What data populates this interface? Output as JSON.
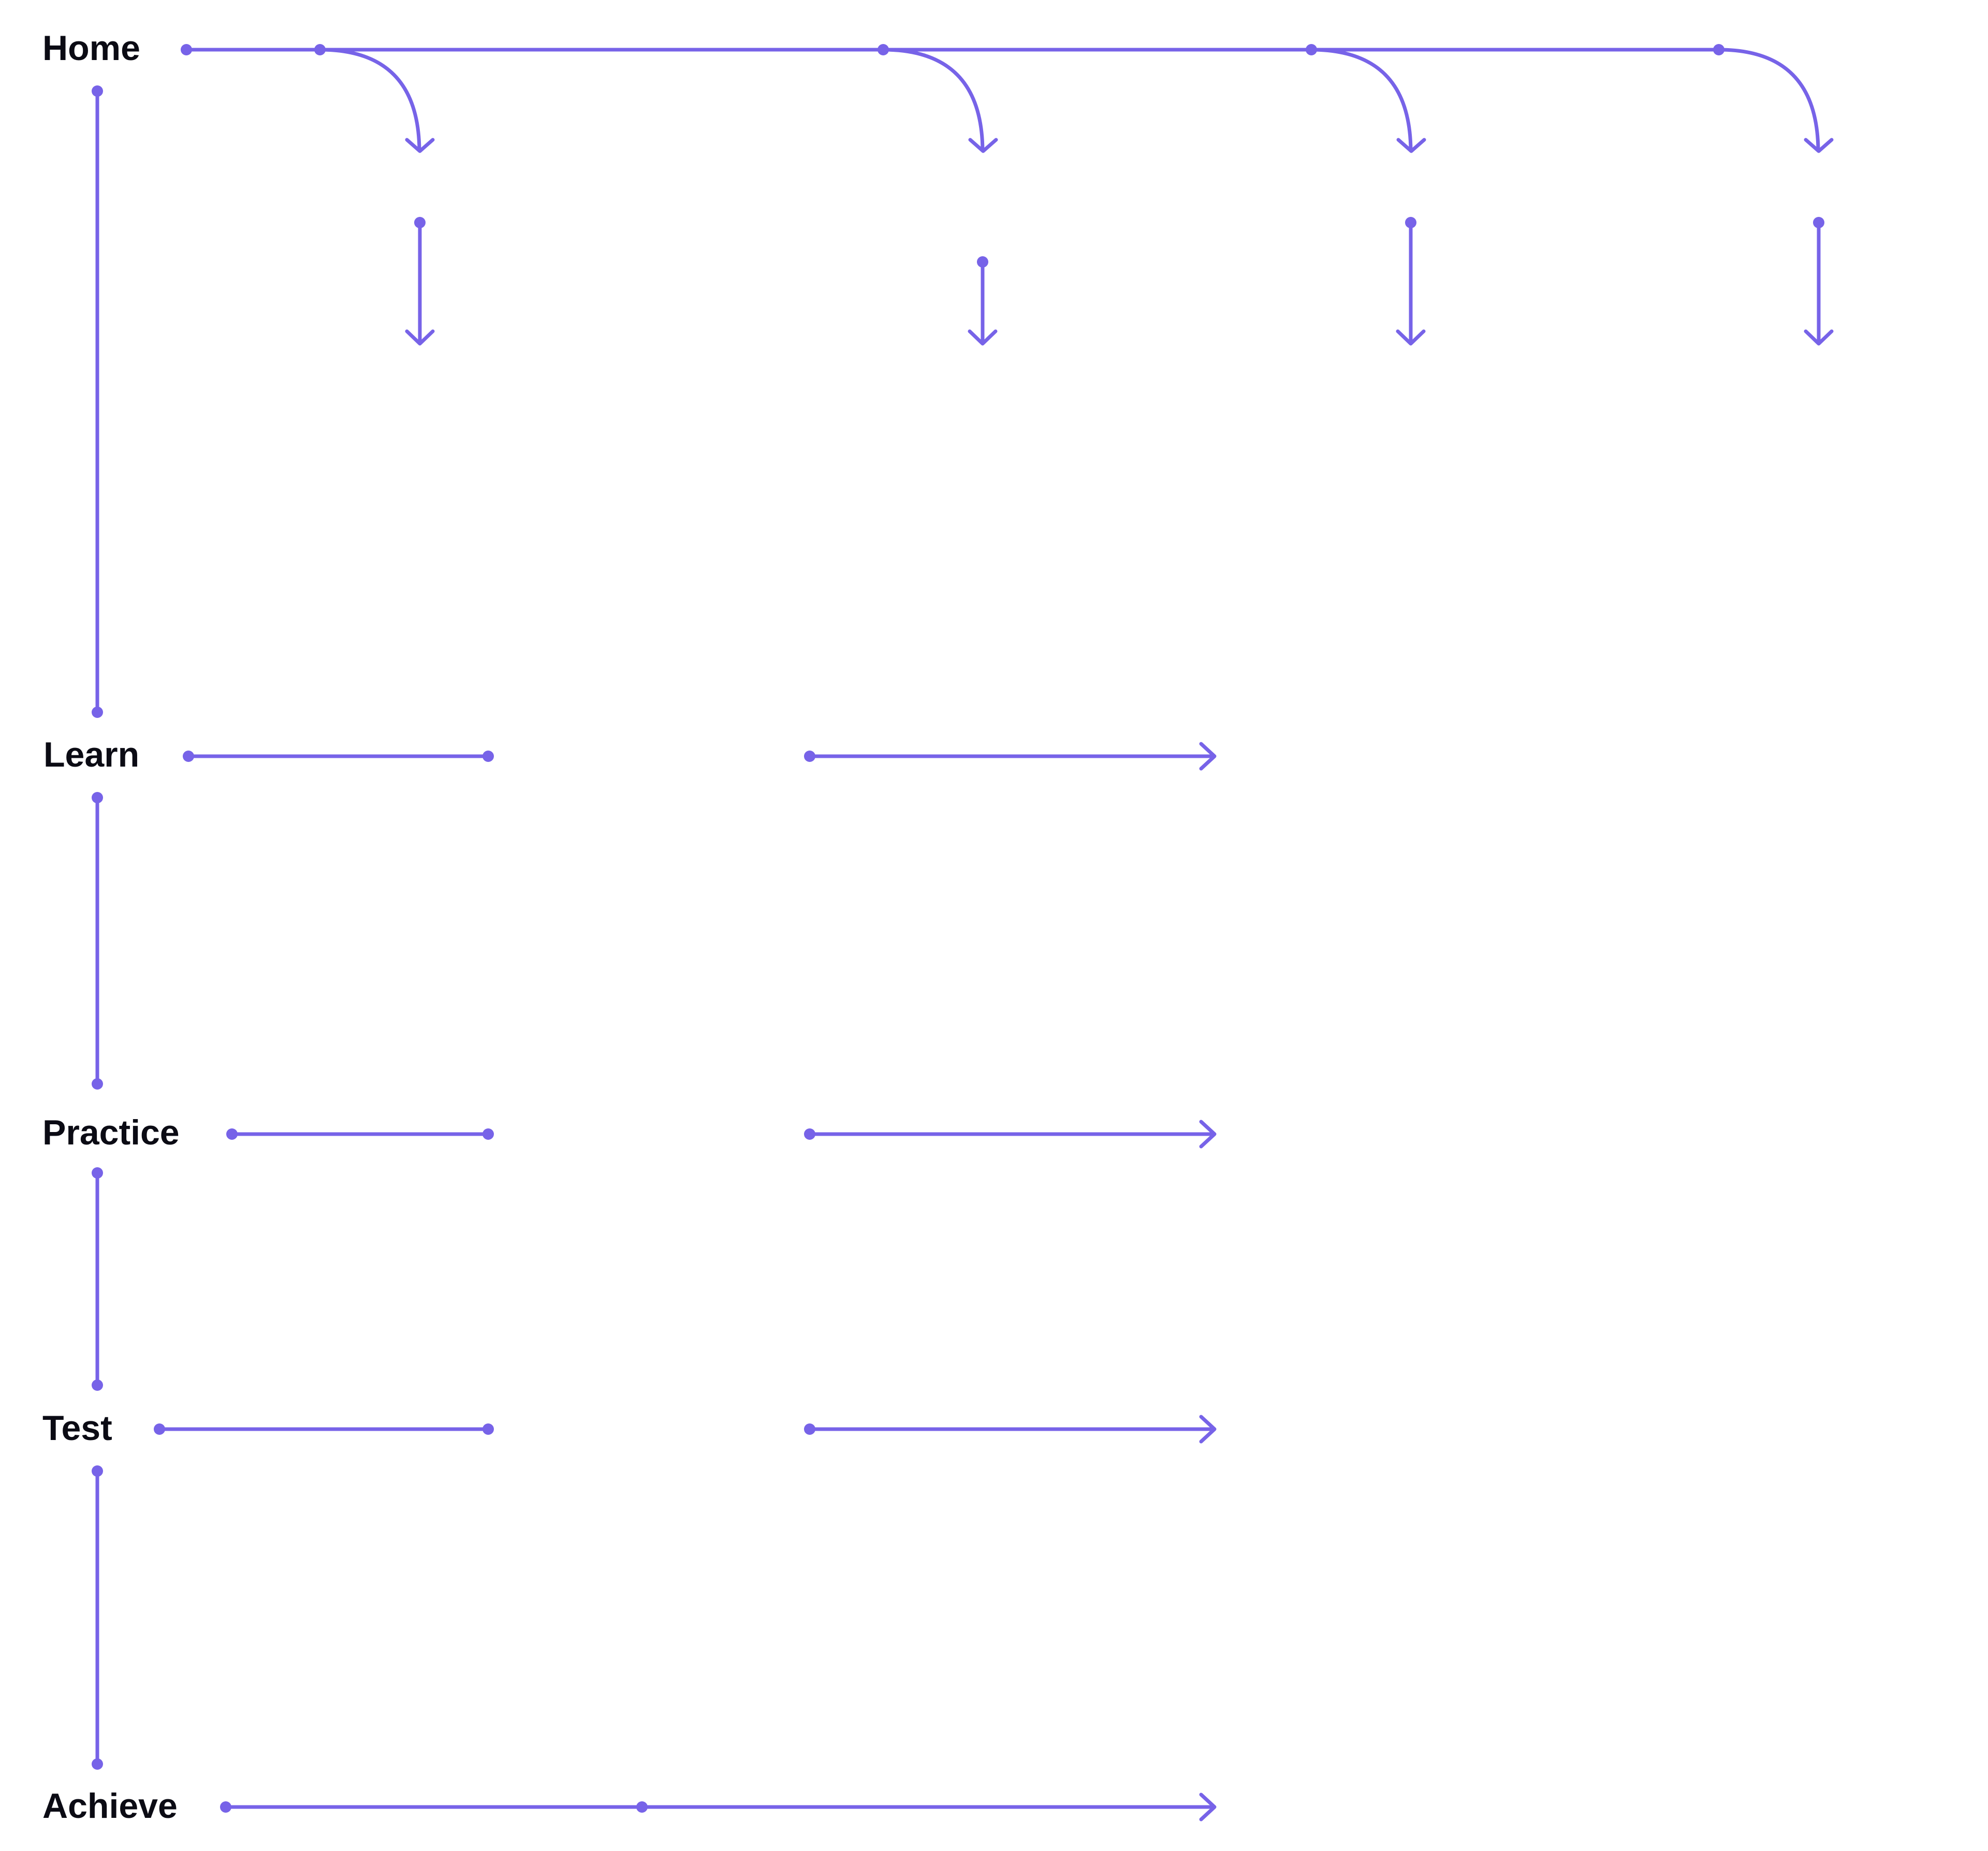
{
  "diagram": {
    "accent_color": "#7763E8",
    "text_color": "#0B0B14",
    "stages": [
      {
        "id": "home",
        "label": "Home"
      },
      {
        "id": "learn",
        "label": "Learn"
      },
      {
        "id": "practice",
        "label": "Practice"
      },
      {
        "id": "test",
        "label": "Test"
      },
      {
        "id": "achieve",
        "label": "Achieve"
      }
    ]
  }
}
